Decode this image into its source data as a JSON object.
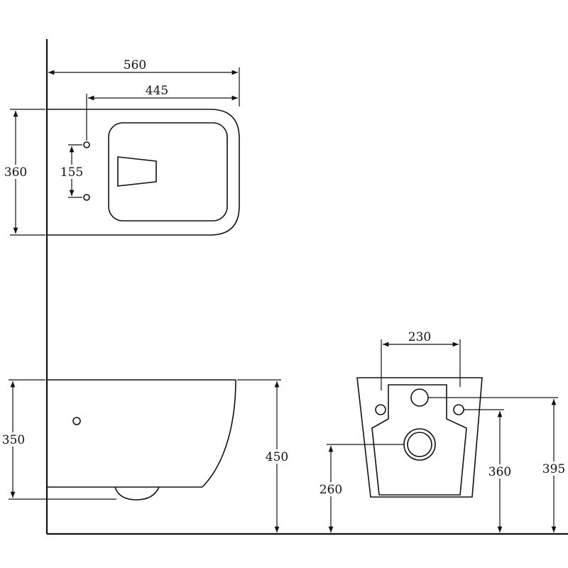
{
  "dimensions": {
    "top_width": "560",
    "top_bolt_to_rim": "445",
    "top_depth": "360",
    "top_bolt_spacing": "155",
    "side_height": "350",
    "side_rim_height": "450",
    "front_bolt_spacing": "230",
    "front_waste_height": "260",
    "front_bolt_height": "360",
    "front_inlet_height": "395"
  }
}
